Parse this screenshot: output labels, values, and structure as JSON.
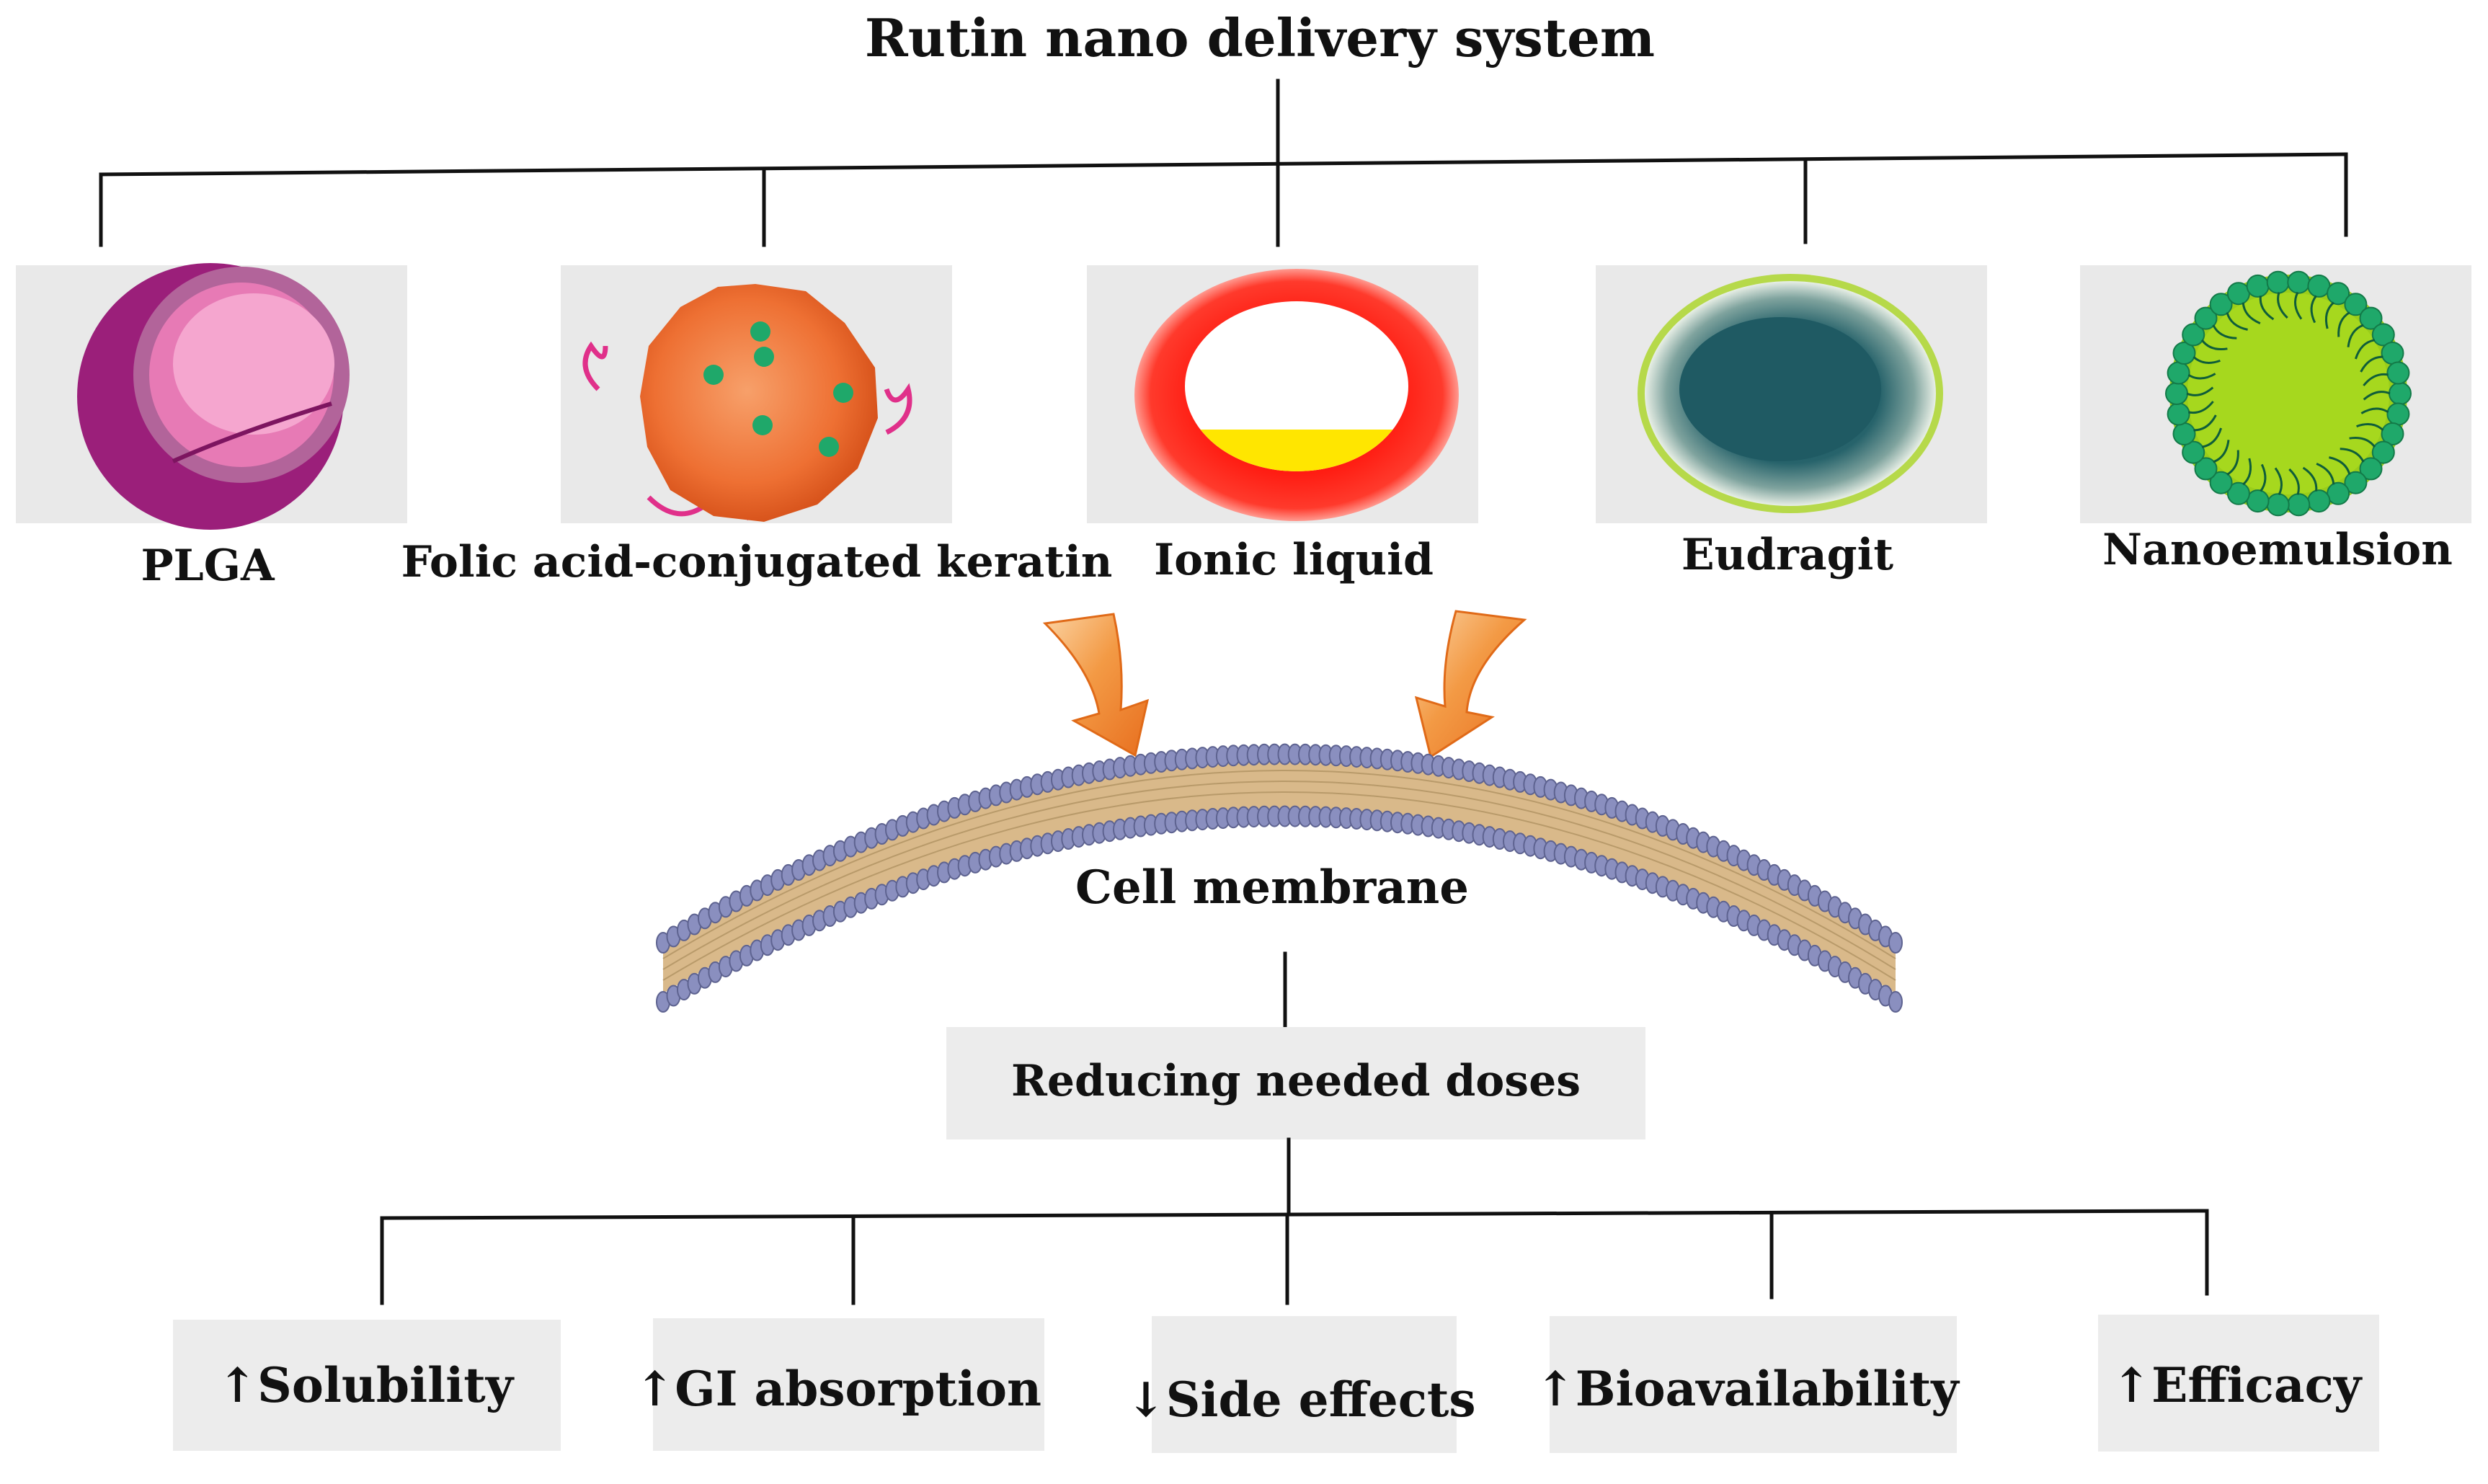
{
  "diagram": {
    "title": "Rutin nano delivery system",
    "carriers": [
      {
        "label": "PLGA",
        "icon": "plga-nanoparticle-icon"
      },
      {
        "label": "Folic acid-conjugated keratin",
        "icon": "keratin-nanoparticle-icon"
      },
      {
        "label": "Ionic liquid",
        "icon": "ionic-liquid-icon"
      },
      {
        "label": "Eudragit",
        "icon": "eudragit-nanoparticle-icon"
      },
      {
        "label": "Nanoemulsion",
        "icon": "nanoemulsion-droplet-icon"
      }
    ],
    "membrane_label": "Cell membrane",
    "center_box": "Reducing needed doses",
    "outcomes": [
      "↑Solubility",
      "↑GI absorption",
      "↓Side effects",
      "↑Bioavailability",
      "↑Efficacy"
    ],
    "colors": {
      "plga": "#9b1f7a",
      "keratin": "#f07a3c",
      "ionic_ring": "#ff1a10",
      "ionic_fill": "#ffe600",
      "eudragit": "#1f5a63",
      "nanoemulsion": "#8fcc1a",
      "arrow": "#f39a45",
      "membrane_head": "#8a8fbf",
      "membrane_tail": "#d9b98a"
    }
  }
}
